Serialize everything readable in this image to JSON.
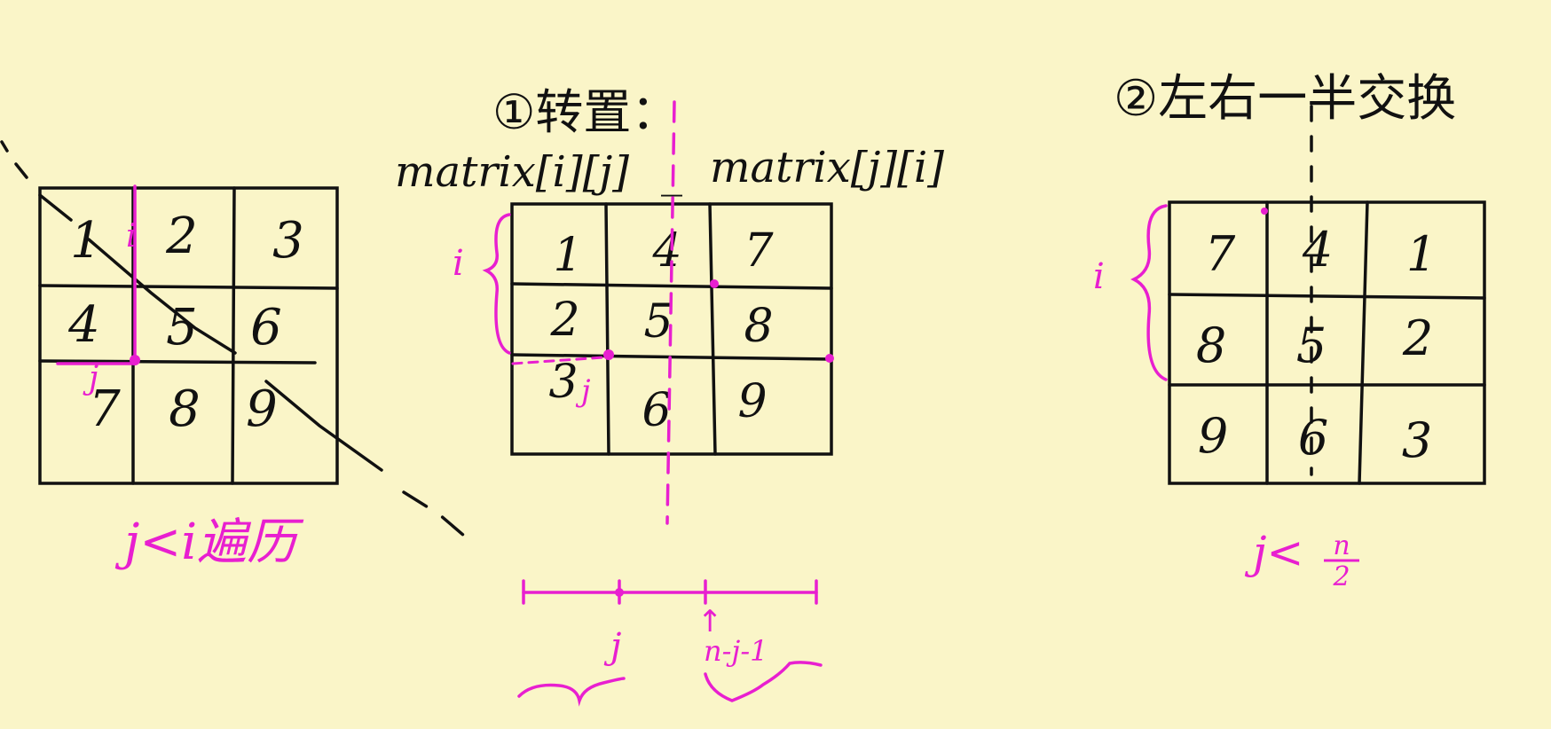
{
  "colors": {
    "paper": "#faf5c8",
    "ink": "#111111",
    "accent": "#e81fd0"
  },
  "step1": {
    "title": "①转置：",
    "formula_left": "matrix[i][j]",
    "formula_sep": "_",
    "formula_right": "matrix[j][i]"
  },
  "step2": {
    "title": "②左右一半交换"
  },
  "grid_original": {
    "cells": [
      [
        "1",
        "2",
        "3"
      ],
      [
        "4",
        "5",
        "6"
      ],
      [
        "7",
        "8",
        "9"
      ]
    ],
    "label_i": "i",
    "label_j": "j",
    "rule": "j<i遍历"
  },
  "grid_transposed": {
    "cells": [
      [
        "1",
        "4",
        "7"
      ],
      [
        "2",
        "5",
        "8"
      ],
      [
        "3",
        "6",
        "9"
      ]
    ],
    "label_i": "i",
    "label_j": "j"
  },
  "grid_swapped": {
    "cells": [
      [
        "7",
        "4",
        "1"
      ],
      [
        "8",
        "5",
        "2"
      ],
      [
        "9",
        "6",
        "3"
      ]
    ],
    "label_i": "i",
    "rule_prefix": "j<",
    "rule_num": "n",
    "rule_den": "2"
  },
  "number_line": {
    "label_j": "j",
    "label_mirror": "n-j-1",
    "arrow": "↑"
  }
}
